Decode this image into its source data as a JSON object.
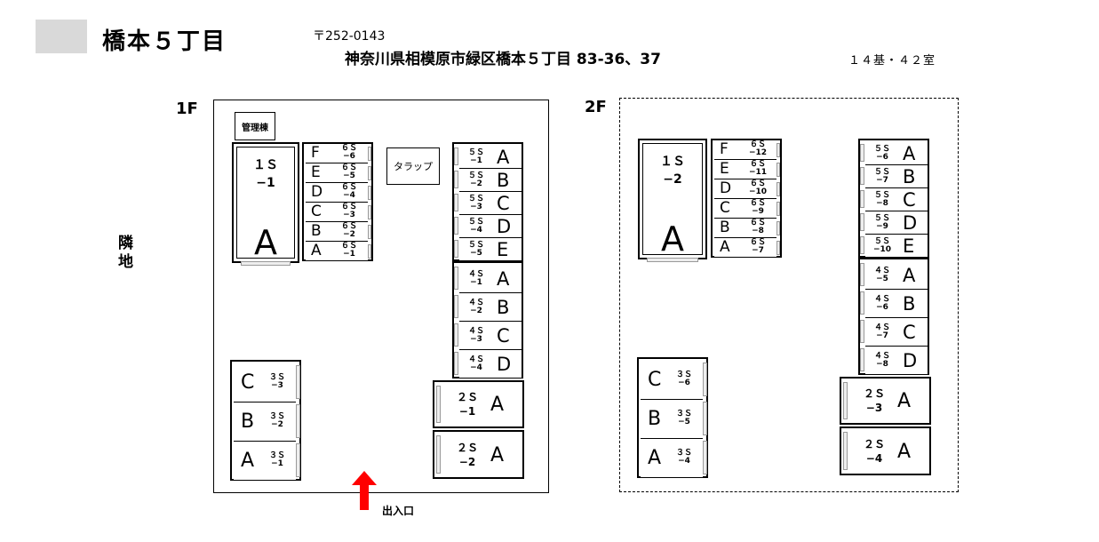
{
  "header": {
    "site_name": "橋本５丁目",
    "postal_code": "〒252-0143",
    "address": "神奈川県相模原市緑区橋本５丁目 83-36、37",
    "summary": "１４基・４２室"
  },
  "side_label": [
    "隣",
    "地"
  ],
  "floor1": {
    "label": "1F",
    "office": "管理棟",
    "trap": "タラップ",
    "entrance": "出入口",
    "big_unit": {
      "code_line1": "１Ｓ",
      "code_line2": "−1",
      "letter": "A"
    },
    "s6": [
      {
        "letter": "F",
        "c1": "６Ｓ",
        "c2": "−6"
      },
      {
        "letter": "E",
        "c1": "６Ｓ",
        "c2": "−5"
      },
      {
        "letter": "D",
        "c1": "６Ｓ",
        "c2": "−4"
      },
      {
        "letter": "C",
        "c1": "６Ｓ",
        "c2": "−3"
      },
      {
        "letter": "B",
        "c1": "６Ｓ",
        "c2": "−2"
      },
      {
        "letter": "A",
        "c1": "６Ｓ",
        "c2": "−1"
      }
    ],
    "s5": [
      {
        "letter": "A",
        "c1": "５Ｓ",
        "c2": "−1"
      },
      {
        "letter": "B",
        "c1": "５Ｓ",
        "c2": "−2"
      },
      {
        "letter": "C",
        "c1": "５Ｓ",
        "c2": "−3"
      },
      {
        "letter": "D",
        "c1": "５Ｓ",
        "c2": "−4"
      },
      {
        "letter": "E",
        "c1": "５Ｓ",
        "c2": "−5"
      }
    ],
    "s4": [
      {
        "letter": "A",
        "c1": "４Ｓ",
        "c2": "−1"
      },
      {
        "letter": "B",
        "c1": "４Ｓ",
        "c2": "−2"
      },
      {
        "letter": "C",
        "c1": "４Ｓ",
        "c2": "−3"
      },
      {
        "letter": "D",
        "c1": "４Ｓ",
        "c2": "−4"
      }
    ],
    "s3": [
      {
        "letter": "C",
        "c1": "３Ｓ",
        "c2": "−3"
      },
      {
        "letter": "B",
        "c1": "３Ｓ",
        "c2": "−2"
      },
      {
        "letter": "A",
        "c1": "３Ｓ",
        "c2": "−1"
      }
    ],
    "s2": [
      {
        "letter": "A",
        "c1": "２Ｓ",
        "c2": "−1"
      },
      {
        "letter": "A",
        "c1": "２Ｓ",
        "c2": "−2"
      }
    ]
  },
  "floor2": {
    "label": "2F",
    "big_unit": {
      "code_line1": "１Ｓ",
      "code_line2": "−2",
      "letter": "A"
    },
    "s6": [
      {
        "letter": "F",
        "c1": "６Ｓ",
        "c2": "−12"
      },
      {
        "letter": "E",
        "c1": "６Ｓ",
        "c2": "−11"
      },
      {
        "letter": "D",
        "c1": "６Ｓ",
        "c2": "−10"
      },
      {
        "letter": "C",
        "c1": "６Ｓ",
        "c2": "−9"
      },
      {
        "letter": "B",
        "c1": "６Ｓ",
        "c2": "−8"
      },
      {
        "letter": "A",
        "c1": "６Ｓ",
        "c2": "−7"
      }
    ],
    "s5": [
      {
        "letter": "A",
        "c1": "５Ｓ",
        "c2": "−6"
      },
      {
        "letter": "B",
        "c1": "５Ｓ",
        "c2": "−7"
      },
      {
        "letter": "C",
        "c1": "５Ｓ",
        "c2": "−8"
      },
      {
        "letter": "D",
        "c1": "５Ｓ",
        "c2": "−9"
      },
      {
        "letter": "E",
        "c1": "５Ｓ",
        "c2": "−10"
      }
    ],
    "s4": [
      {
        "letter": "A",
        "c1": "４Ｓ",
        "c2": "−5"
      },
      {
        "letter": "B",
        "c1": "４Ｓ",
        "c2": "−6"
      },
      {
        "letter": "C",
        "c1": "４Ｓ",
        "c2": "−7"
      },
      {
        "letter": "D",
        "c1": "４Ｓ",
        "c2": "−8"
      }
    ],
    "s3": [
      {
        "letter": "C",
        "c1": "３Ｓ",
        "c2": "−6"
      },
      {
        "letter": "B",
        "c1": "３Ｓ",
        "c2": "−5"
      },
      {
        "letter": "A",
        "c1": "３Ｓ",
        "c2": "−4"
      }
    ],
    "s2": [
      {
        "letter": "A",
        "c1": "２Ｓ",
        "c2": "−3"
      },
      {
        "letter": "A",
        "c1": "２Ｓ",
        "c2": "−4"
      }
    ]
  },
  "colors": {
    "arrow": "#ff0000",
    "swatch": "#d9d9d9"
  }
}
